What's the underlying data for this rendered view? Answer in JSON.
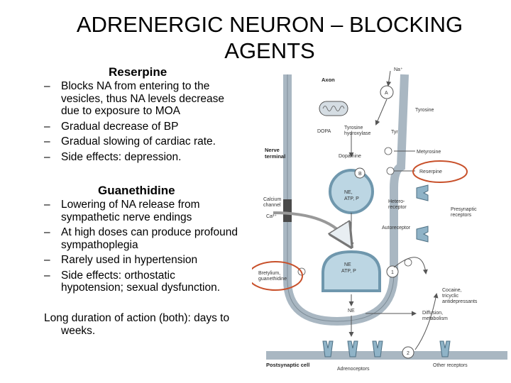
{
  "title": "ADRENERGIC NEURON – BLOCKING AGENTS",
  "reserpine": {
    "heading": "Reserpine",
    "bullets": [
      [
        "Blocks NA from entering to the",
        "vesicles, thus NA levels decrease",
        "due to exposure to MOA"
      ],
      [
        "Gradual decrease of BP"
      ],
      [
        "Gradual slowing of cardiac rate."
      ],
      [
        "Side effects: depression."
      ]
    ]
  },
  "guanethidine": {
    "heading": "Guanethidine",
    "bullets": [
      [
        "Lowering of NA release from",
        "sympathetic nerve endings"
      ],
      [
        "At high doses can produce profound",
        "sympathoplegia"
      ],
      [
        "Rarely used in hypertension"
      ],
      [
        "Side effects: orthostatic",
        "hypotension; sexual dysfunction."
      ]
    ]
  },
  "footer": {
    "line1": "Long duration of action (both): days to",
    "line2": "weeks."
  },
  "diagram": {
    "axon": "Axon",
    "na_plus": "Na⁺",
    "site_a": "A",
    "tyrosine": "Tyrosine",
    "tyr": "Tyr",
    "tyrosine_hydroxylase": [
      "Tyrosine",
      "hydroxylase"
    ],
    "dopa": "DOPA",
    "metyrosine": "Metyrosine",
    "nerve_terminal": [
      "Nerve",
      "terminal"
    ],
    "dopamine": "Dopamine",
    "site_b": "B",
    "reserpine": "Reserpine",
    "vesicle1": [
      "NE,",
      "ATP, P"
    ],
    "calcium_channel": [
      "Calcium",
      "channel"
    ],
    "ca2": "Ca²⁺",
    "heteroreceptor": [
      "Hetero-",
      "receptor"
    ],
    "presynaptic_receptors": [
      "Presynaptic",
      "receptors"
    ],
    "autoreceptor": "Autoreceptor",
    "vesicle2": [
      "NE",
      "ATP, P"
    ],
    "bretylium": [
      "Bretylium,",
      "guanethidine"
    ],
    "site_1": "1",
    "cocaine": [
      "Cocaine,",
      "tricyclic",
      "antidepressants"
    ],
    "ne": "NE",
    "diffusion": [
      "Diffusion,",
      "metabolism"
    ],
    "site_2": "2",
    "postsynaptic_cell": "Postsynaptic cell",
    "adrenoceptors": "Adrenoceptors",
    "other_receptors": "Other receptors"
  },
  "colors": {
    "highlight_circle": "#c8502a",
    "membrane": "#a9b7c2",
    "vesicle": "#bcd6e3",
    "receptor": "#8fb3c7"
  }
}
